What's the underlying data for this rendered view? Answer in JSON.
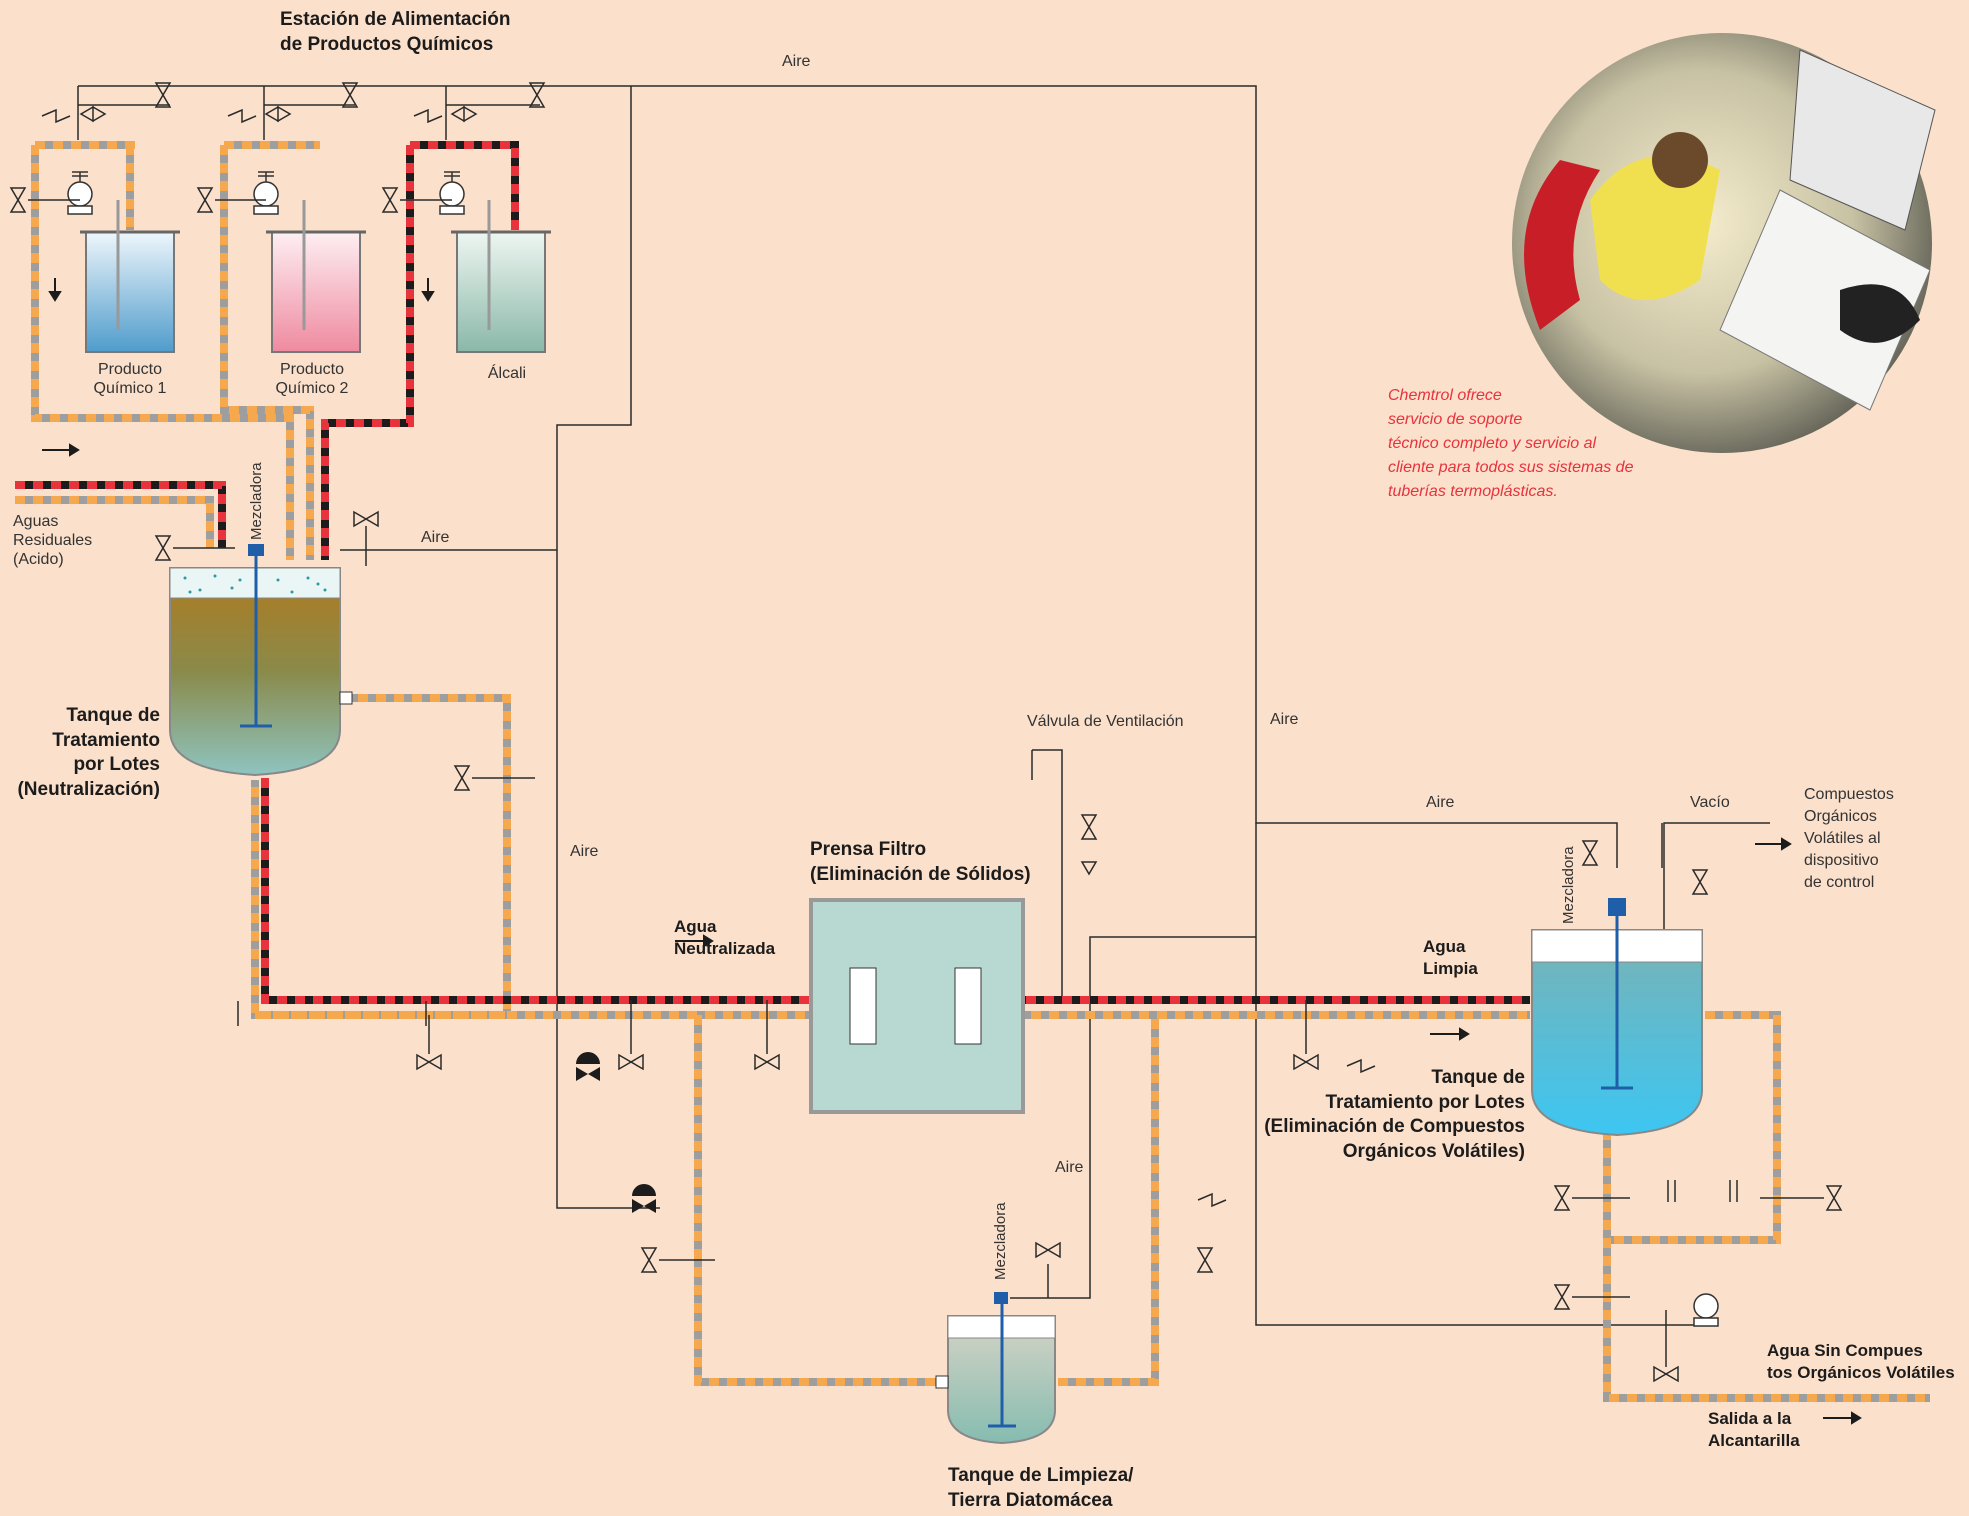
{
  "station": {
    "title_1": "Estación de Alimentación",
    "title_2": "de Productos Químicos"
  },
  "tanks": {
    "chem1_1": "Producto",
    "chem1_2": "Químico 1",
    "chem2_1": "Producto",
    "chem2_2": "Químico 2",
    "alkali": "Álcali"
  },
  "air": {
    "label": "Aire"
  },
  "wastewater": {
    "line1": "Aguas",
    "line2": "Residuales",
    "line3": "(Acido)"
  },
  "mixer": {
    "label": "Mezcladora"
  },
  "batch1": {
    "line1": "Tanque de",
    "line2": "Tratamiento",
    "line3": "por Lotes",
    "line4": "(Neutralización)"
  },
  "filter": {
    "line1": "Prensa Filtro",
    "line2": "(Eliminación de Sólidos)"
  },
  "flow": {
    "neutralized_1": "Agua",
    "neutralized_2": "Neutralizada",
    "clean_1": "Agua",
    "clean_2": "Limpia"
  },
  "vent": {
    "label": "Válvula de Ventilación"
  },
  "vacuum": {
    "label": "Vacío"
  },
  "voc_out": {
    "l1": "Compuestos",
    "l2": "Orgánicos",
    "l3": "Volátiles al",
    "l4": "dispositivo",
    "l5": "de control"
  },
  "batch2": {
    "line1": "Tanque de",
    "line2": "Tratamiento por Lotes",
    "line3": "(Eliminación de Compuestos",
    "line4": "Orgánicos Volátiles)"
  },
  "cleaning": {
    "line1": "Tanque de Limpieza/",
    "line2": "Tierra Diatomácea"
  },
  "outlet": {
    "voc_free_1": "Agua Sin Compues",
    "voc_free_2": "tos Orgánicos Volátiles",
    "sewer_1": "Salida a la",
    "sewer_2": "Alcantarilla"
  },
  "note": {
    "l1": "Chemtrol ofrece",
    "l2": "servicio de soporte",
    "l3": "técnico completo y servicio al",
    "l4": "cliente para todos sus sistemas de",
    "l5": "tuberías termoplásticas."
  },
  "colors": {
    "background": "#fbe0cb",
    "acid_pipe": "#e8323c",
    "orange_pipe": "#f6a84f",
    "note_text": "#e8323c"
  }
}
